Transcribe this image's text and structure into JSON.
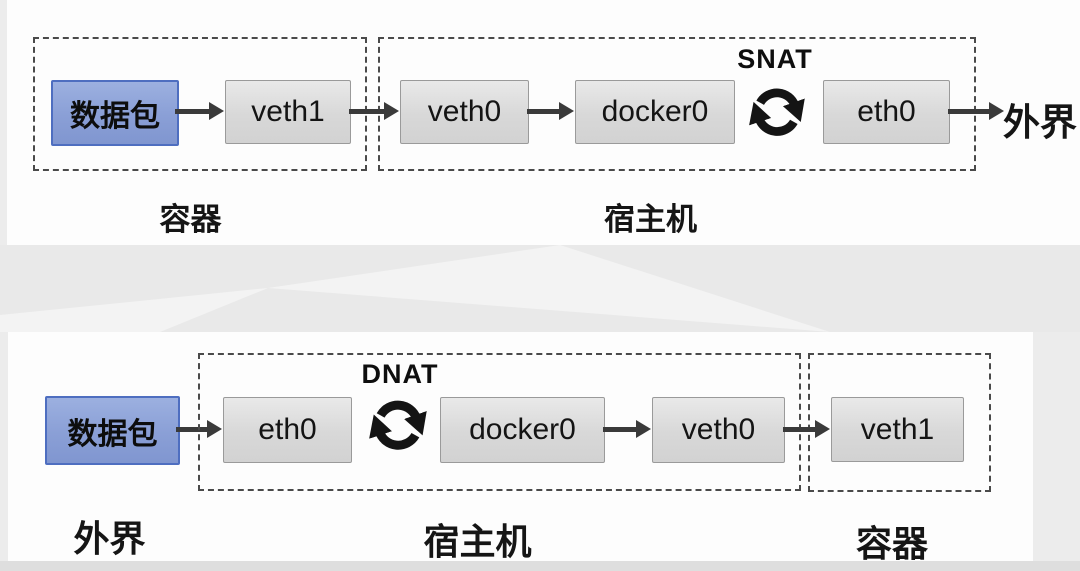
{
  "colors": {
    "packet_fill": "#8a9fd6",
    "packet_border": "#4e6ec0",
    "node_fill": "#d8d8d8",
    "node_border": "#9a9a9a",
    "arrow": "#3a3a3a",
    "dashed_border": "#4a4a4a",
    "panel": "#fdfdfd",
    "background_band": "#e9e9e9"
  },
  "icons": {
    "nat_cycle": "sync-clockwise-arrows-icon"
  },
  "diagrams": {
    "outbound": {
      "packet": "数据包",
      "container_group": "容器",
      "host_group": "宿主机",
      "nat": "SNAT",
      "outside": "外界",
      "nodes": {
        "veth1": "veth1",
        "veth0": "veth0",
        "docker0": "docker0",
        "eth0": "eth0"
      }
    },
    "inbound": {
      "packet": "数据包",
      "outside": "外界",
      "host_group": "宿主机",
      "container_group": "容器",
      "nat": "DNAT",
      "nodes": {
        "eth0": "eth0",
        "docker0": "docker0",
        "veth0": "veth0",
        "veth1": "veth1"
      }
    }
  }
}
